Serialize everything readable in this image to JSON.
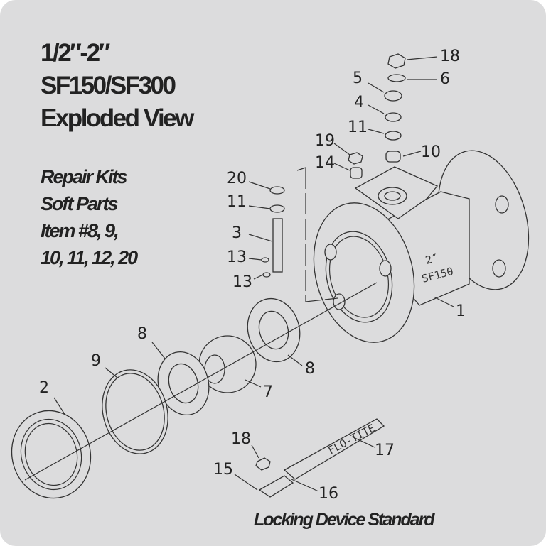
{
  "title": {
    "line1": "1/2″-2″",
    "line2": "SF150/SF300",
    "line3": "Exploded View"
  },
  "repair_kits": {
    "line1": "Repair Kits",
    "line2": "Soft Parts",
    "line3": "Item #8, 9,",
    "line4": "10, 11, 12, 20"
  },
  "footer": "Locking Device Standard",
  "body_marking": {
    "size": "2″",
    "model": "SF150"
  },
  "handle_marking": "FLO-TITE",
  "callouts": [
    "18",
    "6",
    "5",
    "4",
    "11",
    "10",
    "19",
    "14",
    "20",
    "11",
    "3",
    "13",
    "13",
    "1",
    "8",
    "7",
    "8",
    "9",
    "2",
    "18",
    "17",
    "15",
    "16"
  ],
  "colors": {
    "background": "#dcdcdd",
    "line": "#333333"
  }
}
